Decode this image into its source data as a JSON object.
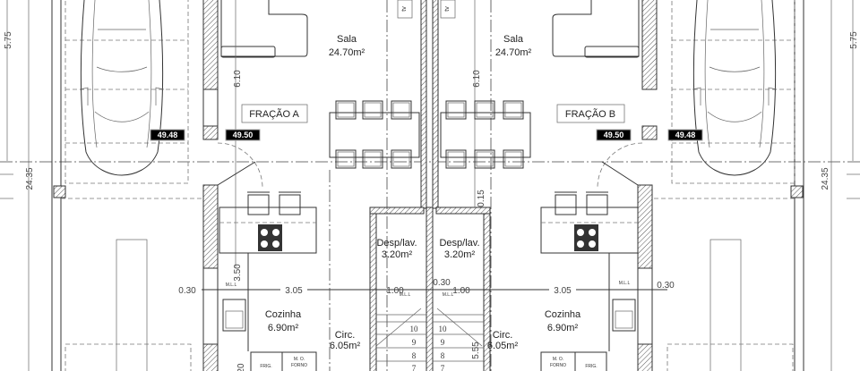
{
  "plan": {
    "fractions": {
      "a": {
        "label": "FRAÇÃO A",
        "sala": {
          "name": "Sala",
          "area": "24.70m²"
        },
        "cozinha": {
          "name": "Cozinha",
          "area": "6.90m²"
        },
        "circ": {
          "name": "Circ.",
          "area": "6.05m²"
        },
        "desp": {
          "name": "Desp/lav.",
          "area": "3.20m²"
        },
        "level_parking": "49.48",
        "level_interior": "49.50",
        "appliances": {
          "frig": "FRIG.",
          "mo": "M. O.",
          "forno": "FORNO",
          "mll": "M.L.L"
        },
        "tv": "tv"
      },
      "b": {
        "label": "FRAÇÃO B",
        "sala": {
          "name": "Sala",
          "area": "24.70m²"
        },
        "cozinha": {
          "name": "Cozinha",
          "area": "6.90m²"
        },
        "circ": {
          "name": "Circ.",
          "area": "6.05m²"
        },
        "desp": {
          "name": "Desp/lav.",
          "area": "3.20m²"
        },
        "level_parking": "49.48",
        "level_interior": "49.50",
        "appliances": {
          "frig": "FRIG.",
          "mo": "M. O.",
          "forno": "FORNO",
          "mll": "M.L.L"
        },
        "tv": "tv"
      }
    },
    "dimensions": {
      "lot_top": "5.75",
      "lot_depth": "24.35",
      "sala_depth": "6.10",
      "kitchen_depth": "3.50",
      "wall": "0.30",
      "kitchen_width": "3.05",
      "desp_width": "1.00",
      "small": "0.15",
      "stair": "5.55",
      "bottom": "20"
    },
    "stair_steps": [
      "10",
      "9",
      "8",
      "7"
    ]
  }
}
